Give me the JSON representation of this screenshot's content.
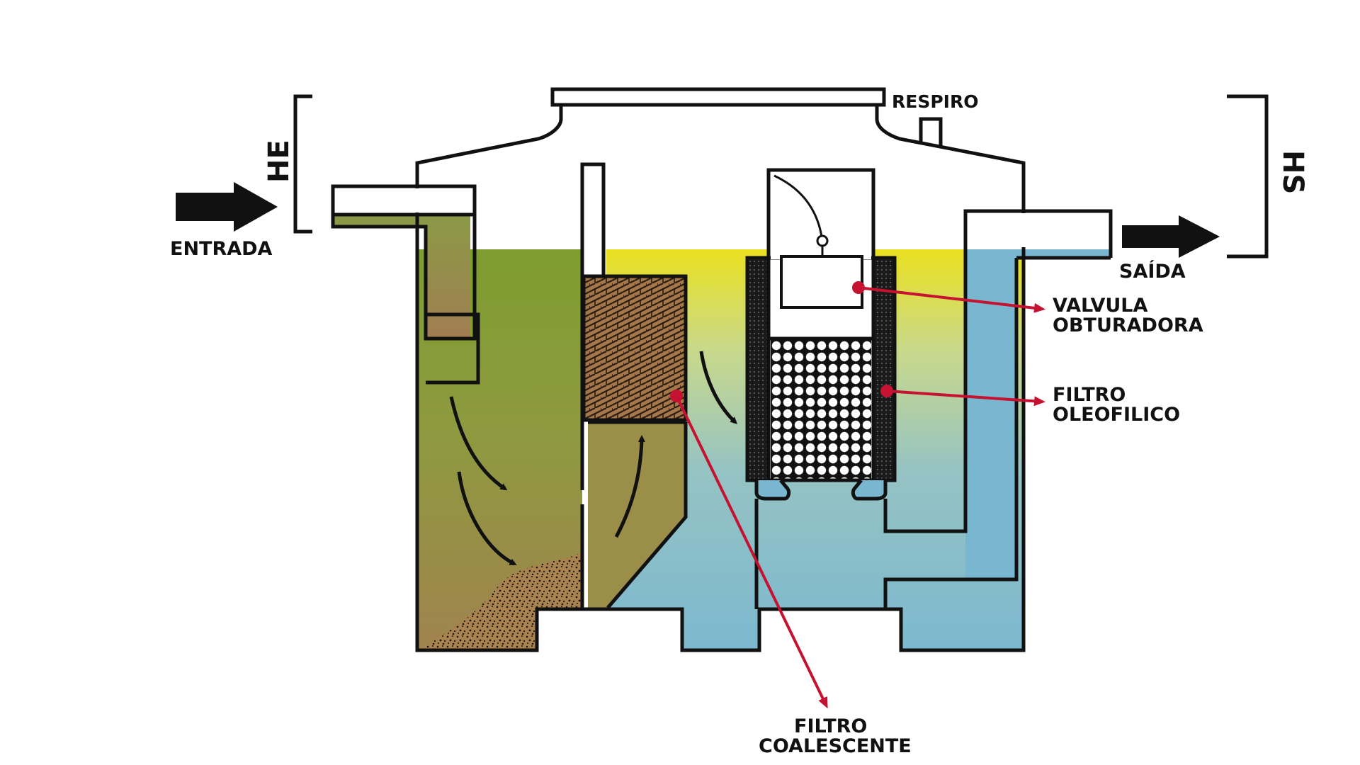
{
  "labels": {
    "entrada": "ENTRADA",
    "saida": "SAÍDA",
    "he": "HE",
    "hs": "HS",
    "respiro": "RESPIRO",
    "valvula_line1": "VALVULA",
    "valvula_line2": "OBTURADORA",
    "oleo_line1": "FILTRO",
    "oleo_line2": "OLEOFILICO",
    "coal_line1": "FILTRO",
    "coal_line2": "COALESCENTE"
  },
  "colors": {
    "outline": "#111111",
    "callout": "#c41230",
    "green_water": "#7e9d30",
    "sediment_brown": "#9c7a4b",
    "oil_yellow": "#e9e01f",
    "clean_blue": "#79b7d0"
  },
  "icons": [
    "flow-arrow-icon",
    "callout-arrow-icon",
    "float-valve-icon"
  ]
}
